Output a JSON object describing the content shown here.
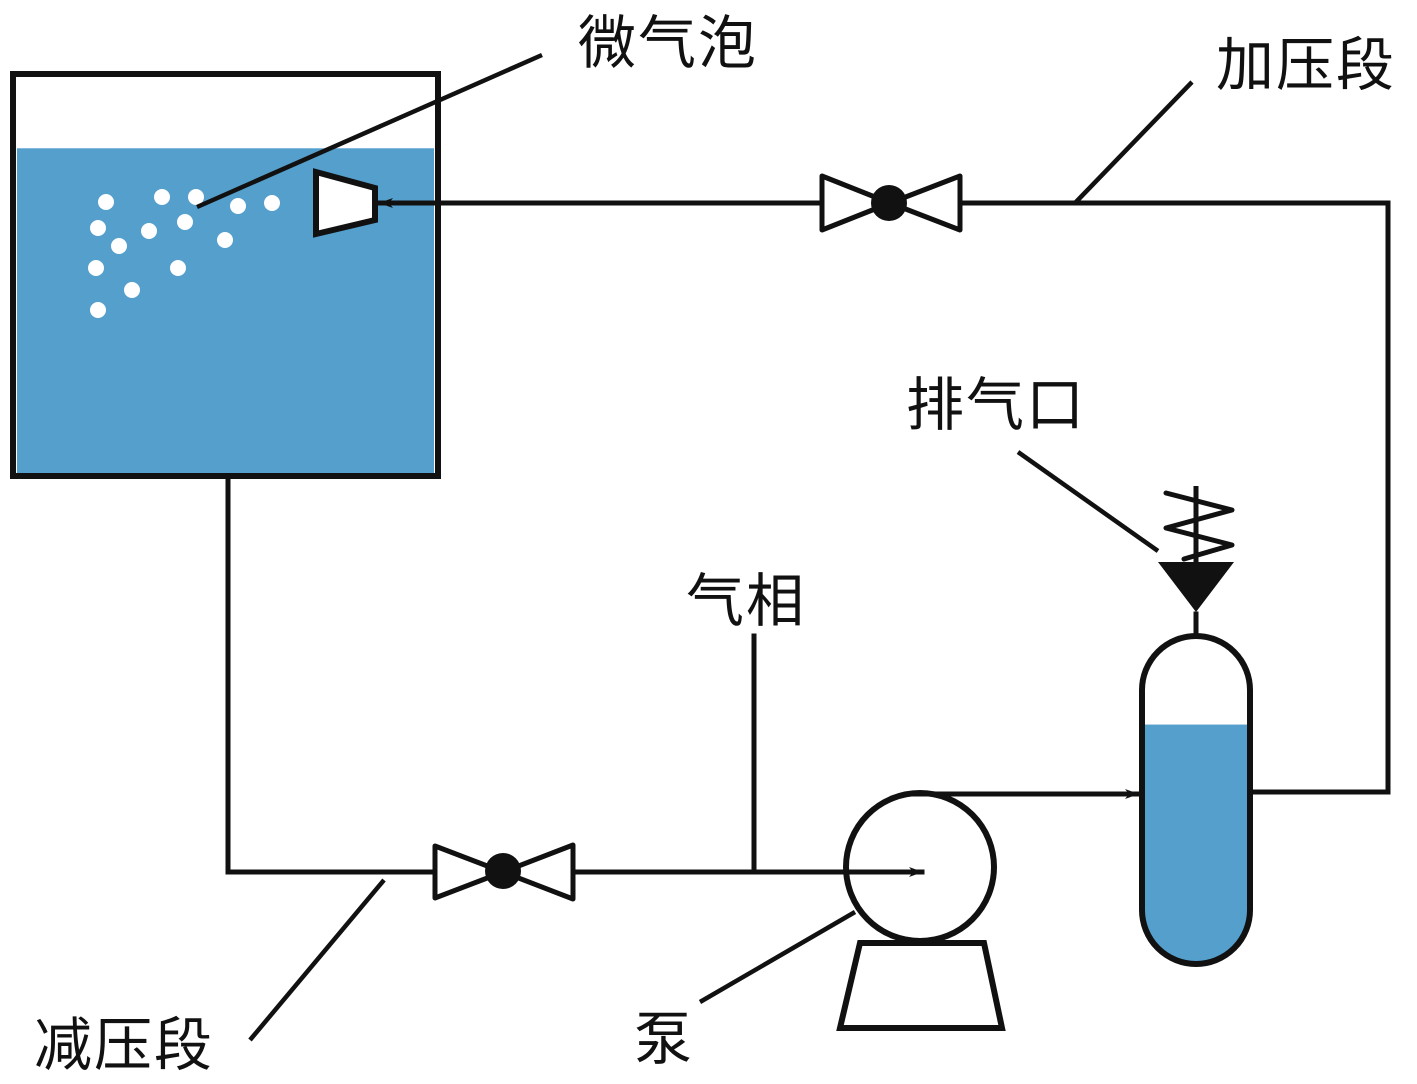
{
  "colors": {
    "water": "#559fcd",
    "line": "#111111",
    "bubble": "#ffffff"
  },
  "labels": {
    "microbubbles": "微气泡",
    "pressurized_section": "加压段",
    "exhaust_port": "排气口",
    "gas_phase": "气相",
    "pump": "泵",
    "decompression_section": "减压段"
  },
  "components": {
    "tank": {
      "liquid_level_fraction": 0.82
    },
    "separator": {
      "liquid_level_fraction": 0.73
    },
    "bubble_count": 14
  }
}
